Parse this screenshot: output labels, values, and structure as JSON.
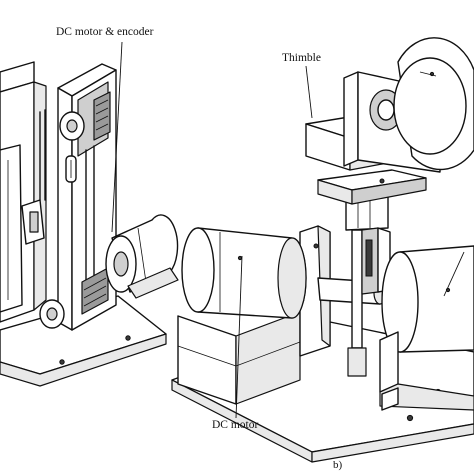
{
  "labels": {
    "dc_motor_encoder": "DC motor & encoder",
    "thimble": "Thimble",
    "dc_motor": "DC motor",
    "panel_b": "b)"
  },
  "colors": {
    "line": "#111111",
    "paper": "#ffffff",
    "light": "#e9e9e9",
    "mid": "#cfcfcf",
    "dark": "#9a9a9a"
  }
}
